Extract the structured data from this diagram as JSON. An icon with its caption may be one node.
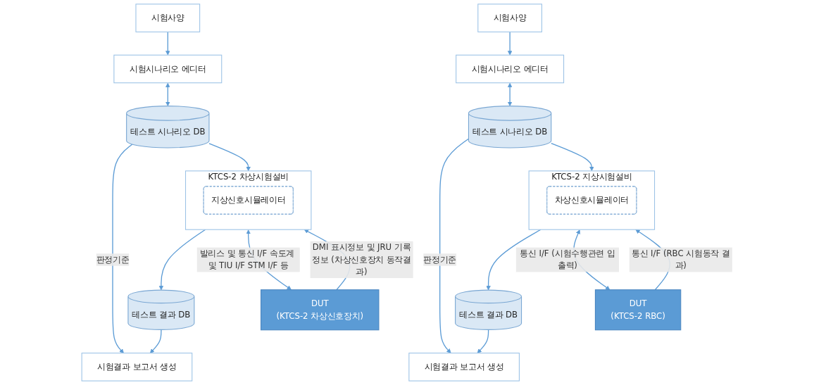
{
  "diagram": {
    "nodes": [
      {
        "text": [
          "시험사양"
        ]
      },
      {
        "text": [
          "시험시나리오 에디터"
        ]
      },
      {
        "text": [
          "테스트 시나리오 DB"
        ]
      },
      {
        "text": [
          "시험결과 보고서 생성"
        ]
      },
      {
        "text": [
          "테스트 결과 DB"
        ]
      },
      {
        "text": [
          "KTCS-2 차상시험설비"
        ]
      },
      {
        "text": [
          "지상신호시뮬레이터"
        ],
        "in": 5
      },
      {
        "text": [
          "DUT",
          "(KTCS-2 차상신호장치)"
        ]
      },
      {
        "text": [
          "시험사양"
        ]
      },
      {
        "text": [
          "시험시나리오 에디터"
        ]
      },
      {
        "text": [
          "테스트 시나리오 DB"
        ]
      },
      {
        "text": [
          "시험결과 보고서 생성"
        ]
      },
      {
        "text": [
          "테스트 결과 DB"
        ]
      },
      {
        "text": [
          "KTCS-2 지상시험설비"
        ]
      },
      {
        "text": [
          "차상신호시뮬레이터"
        ],
        "in": 13
      },
      {
        "text": [
          "DUT",
          "(KTCS-2 RBC)"
        ]
      }
    ],
    "edges": [
      {
        "from": 0,
        "to": 1,
        "arrow": "to"
      },
      {
        "from": 1,
        "to": 2,
        "arrow": "both"
      },
      {
        "from": 2,
        "to": 3,
        "arrow": "to",
        "label": "판정기준"
      },
      {
        "from": 4,
        "to": 3,
        "arrow": "to"
      },
      {
        "from": 2,
        "to": 5,
        "arrow": "to"
      },
      {
        "from": 5,
        "to": 4,
        "arrow": "to"
      },
      {
        "from": 5,
        "to": 7,
        "arrow": "both",
        "label": "발리스 및 통신 I/F 속도계 및 TIU I/F STM I/F 등"
      },
      {
        "from": 7,
        "to": 5,
        "arrow": "to",
        "label": "DMI 표시정보 및 JRU 기록정보 (차상신호장치 동작결과)"
      },
      {
        "from": 8,
        "to": 9,
        "arrow": "to"
      },
      {
        "from": 9,
        "to": 10,
        "arrow": "both"
      },
      {
        "from": 10,
        "to": 11,
        "arrow": "to",
        "label": "판정기준"
      },
      {
        "from": 12,
        "to": 11,
        "arrow": "to"
      },
      {
        "from": 10,
        "to": 13,
        "arrow": "to"
      },
      {
        "from": 13,
        "to": 12,
        "arrow": "to"
      },
      {
        "from": 13,
        "to": 15,
        "arrow": "both",
        "label": "통신 I/F (시험수행관련 입출력)"
      },
      {
        "from": 15,
        "to": 13,
        "arrow": "to",
        "label": "통신 I/F (RBC 시험동작 결과)"
      }
    ]
  }
}
